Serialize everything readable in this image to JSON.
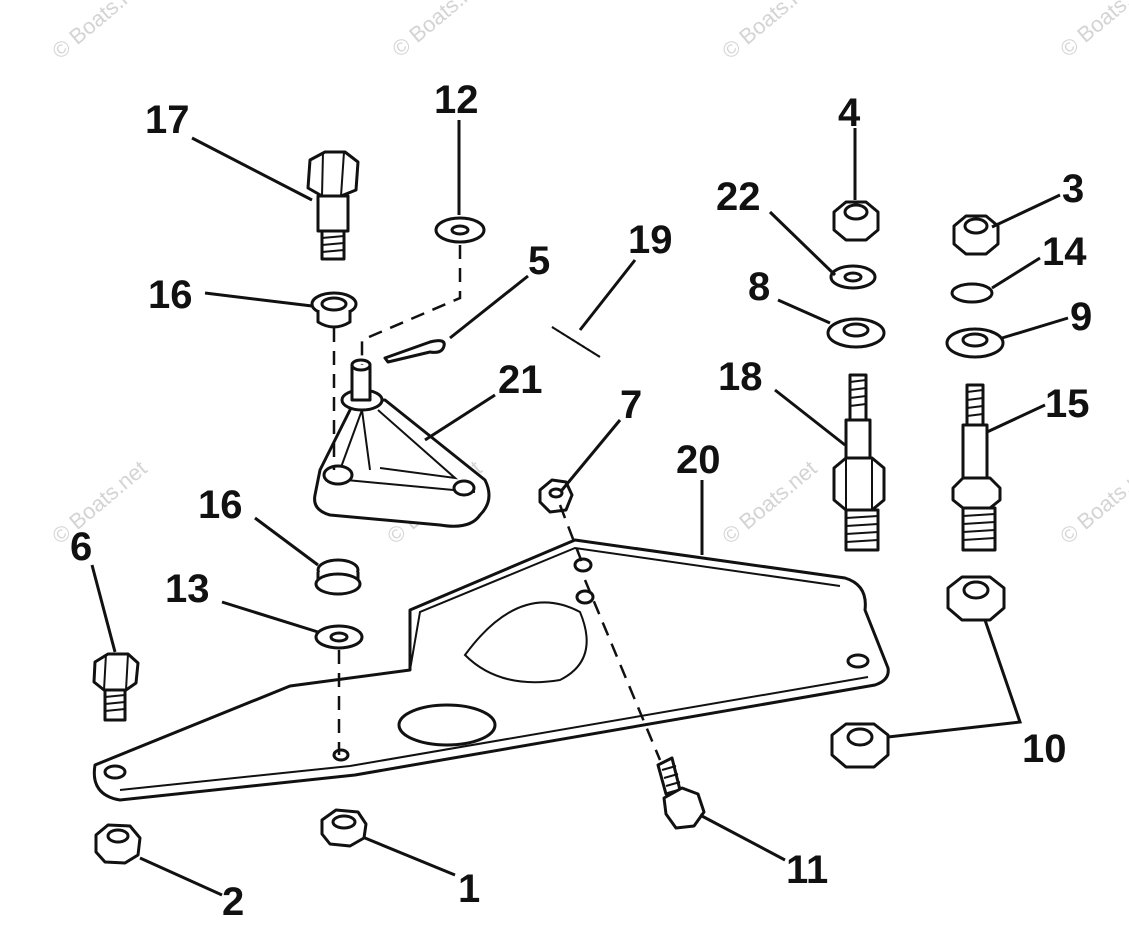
{
  "watermark": "© Boats.net",
  "callouts": [
    {
      "id": "label-1",
      "text": "1"
    },
    {
      "id": "label-2",
      "text": "2"
    },
    {
      "id": "label-3",
      "text": "3"
    },
    {
      "id": "label-4",
      "text": "4"
    },
    {
      "id": "label-5",
      "text": "5"
    },
    {
      "id": "label-6",
      "text": "6"
    },
    {
      "id": "label-7",
      "text": "7"
    },
    {
      "id": "label-8",
      "text": "8"
    },
    {
      "id": "label-9",
      "text": "9"
    },
    {
      "id": "label-10",
      "text": "10"
    },
    {
      "id": "label-11",
      "text": "11"
    },
    {
      "id": "label-12",
      "text": "12"
    },
    {
      "id": "label-13",
      "text": "13"
    },
    {
      "id": "label-14",
      "text": "14"
    },
    {
      "id": "label-15",
      "text": "15"
    },
    {
      "id": "label-16a",
      "text": "16"
    },
    {
      "id": "label-16b",
      "text": "16"
    },
    {
      "id": "label-17",
      "text": "17"
    },
    {
      "id": "label-18",
      "text": "18"
    },
    {
      "id": "label-19",
      "text": "19"
    },
    {
      "id": "label-20",
      "text": "20"
    },
    {
      "id": "label-21",
      "text": "21"
    },
    {
      "id": "label-22",
      "text": "22"
    }
  ]
}
